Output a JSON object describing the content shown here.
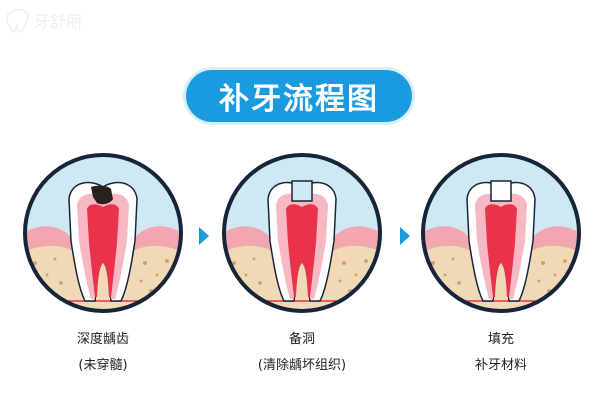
{
  "watermark": {
    "text": "牙舒丽"
  },
  "title": "补牙流程图",
  "steps": [
    {
      "label": "深度龋齿",
      "sublabel": "(未穿髓)"
    },
    {
      "label": "备洞",
      "sublabel": "(清除龋坏组织)"
    },
    {
      "label": "填充",
      "sublabel": "补牙材料"
    }
  ],
  "colors": {
    "accent": "#1a9be0",
    "circle_border": "#16253a",
    "circle_fill": "#cfe9f3",
    "gum": "#f2a7b0",
    "bone": "#f2d9b5",
    "enamel": "#ffffff",
    "dentin": "#f6b9c3",
    "pulp": "#e8334b",
    "decay": "#2a2020",
    "filling": "#ffffff"
  },
  "icons": [
    "tooth-icon",
    "chevron-right-icon"
  ]
}
